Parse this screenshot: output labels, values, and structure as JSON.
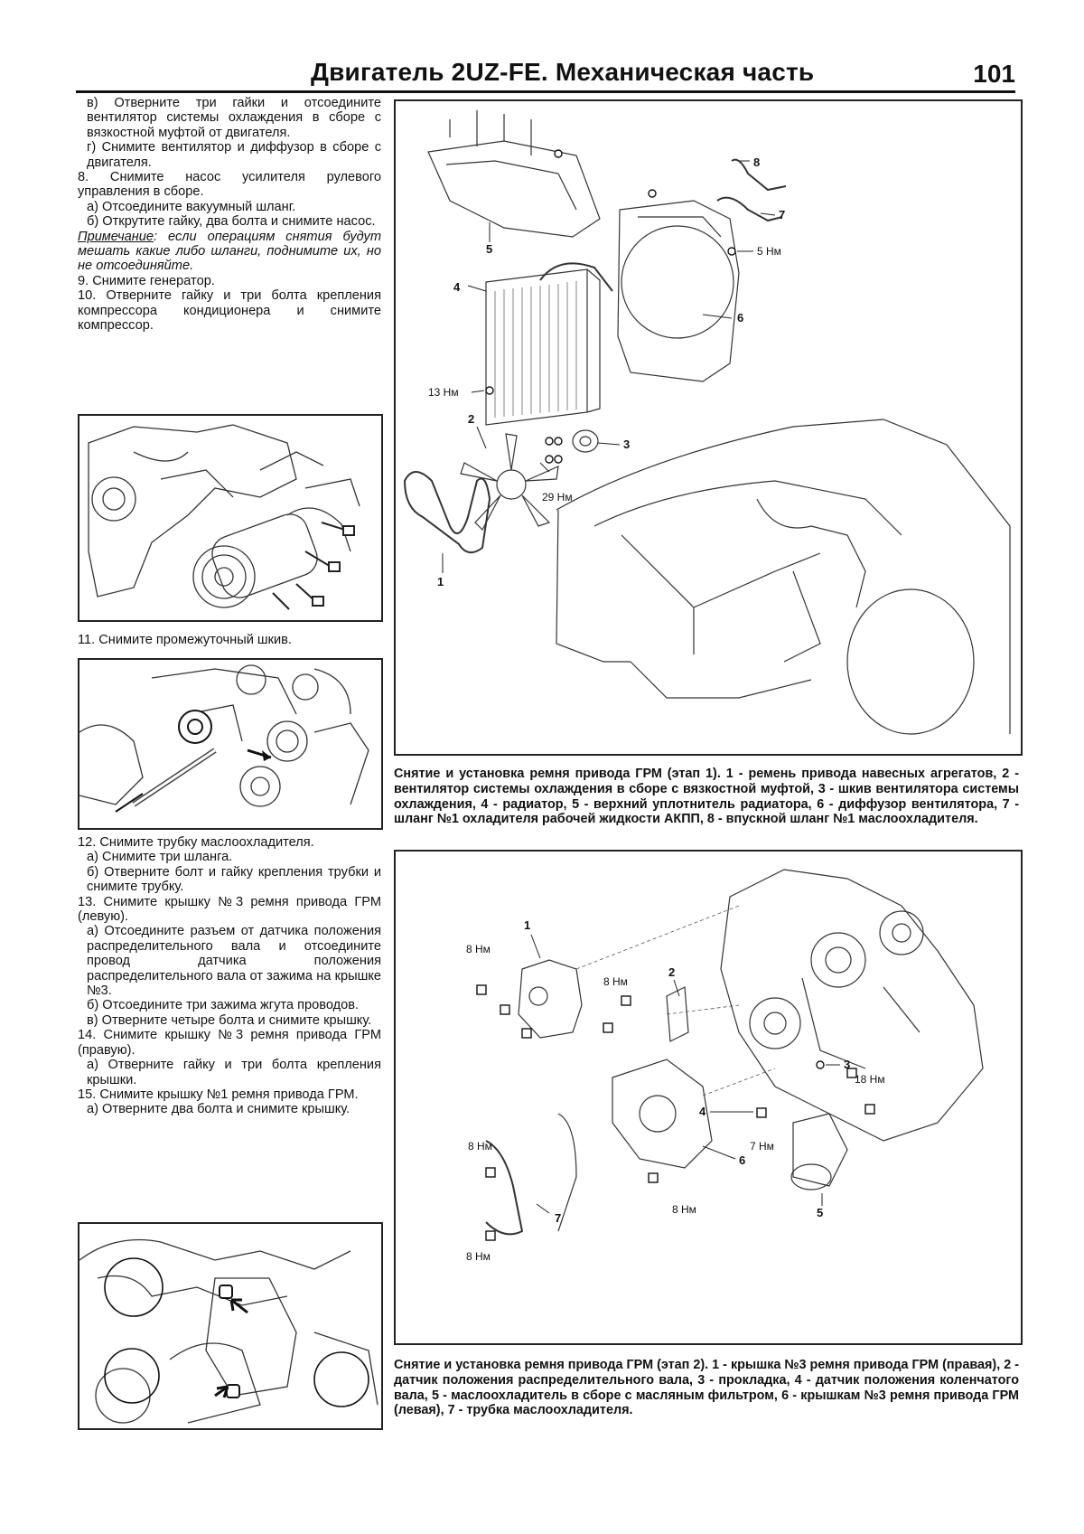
{
  "header": {
    "title": "Двигатель 2UZ-FE. Механическая часть",
    "page_number": "101"
  },
  "left_column": {
    "block1": [
      {
        "text": "в) Отверните три гайки и отсоедините вентилятор системы охлаждения в сборе с вязкостной муфтой от двигателя.",
        "indent": true
      },
      {
        "text": "г) Снимите вентилятор и диффузор в сборе с двигателя.",
        "indent": true
      },
      {
        "text": "8. Снимите насос усилителя рулевого управления в сборе.",
        "indent": false
      },
      {
        "text": "а) Отсоедините вакуумный шланг.",
        "indent": true
      },
      {
        "text": "б) Открутите гайку, два болта и снимите насос.",
        "indent": true
      }
    ],
    "note_label": "Примечание",
    "note_text": ": если операциям снятия будут мешать какие либо шланги, поднимите их, но не отсоединяйте.",
    "block2": [
      {
        "text": "9. Снимите генератор."
      },
      {
        "text": "10. Отверните гайку и три болта крепления компрессора кондиционера и снимите компрессор."
      }
    ],
    "step11": "11. Снимите промежуточный шкив.",
    "block3": [
      {
        "text": "12. Снимите трубку маслоохладителя.",
        "indent": false
      },
      {
        "text": "а) Снимите три шланга.",
        "indent": true
      },
      {
        "text": "б) Отверните болт и гайку крепления трубки и снимите трубку.",
        "indent": true
      },
      {
        "text": "13. Снимите крышку №3 ремня привода ГРМ (левую).",
        "indent": false
      },
      {
        "text": "а) Отсоедините разъем от датчика положения распределительного вала и отсоедините провод датчика положения распределительного вала от зажима на крышке №3.",
        "indent": true
      },
      {
        "text": "б) Отсоедините три зажима жгута проводов.",
        "indent": true
      },
      {
        "text": "в) Отверните четыре болта и снимите крышку.",
        "indent": true
      },
      {
        "text": "14. Снимите крышку №3 ремня привода ГРМ (правую).",
        "indent": false
      },
      {
        "text": "а) Отверните гайку и три болта крепления крышки.",
        "indent": true
      },
      {
        "text": "15. Снимите крышку №1 ремня привода ГРМ.",
        "indent": false
      },
      {
        "text": "а) Отверните два болта и снимите крышку.",
        "indent": true
      }
    ]
  },
  "figure1": {
    "labels": {
      "n1": "1",
      "n2": "2",
      "n3": "3",
      "n4": "4",
      "n5": "5",
      "n6": "6",
      "n7": "7",
      "n8": "8",
      "t5": "5 Нм",
      "t13": "13 Нм",
      "t29": "29 Нм"
    },
    "caption": "Снятие и установка ремня привода ГРМ (этап 1). 1 - ремень привода навесных агрегатов, 2 - вентилятор системы охлаждения в сборе с вязкостной муфтой, 3 - шкив вентилятора системы охлаждения, 4 - радиатор, 5 - верхний уплотнитель радиатора, 6 - диффузор вентилятора, 7 - шланг №1 охладителя рабочей жидкости АКПП, 8 - впускной шланг №1 маслоохладителя."
  },
  "figure2": {
    "labels": {
      "n1": "1",
      "n2": "2",
      "n3": "3",
      "n4": "4",
      "n5": "5",
      "n6": "6",
      "n7": "7",
      "t8a": "8 Нм",
      "t8b": "8 Нм",
      "t18": "18 Нм",
      "t7": "7 Нм",
      "t8c": "8 Нм",
      "t8d": "8 Нм",
      "t8e": "8 Нм"
    },
    "caption": "Снятие и установка ремня привода ГРМ (этап 2). 1 - крышка №3 ремня привода ГРМ (правая), 2 - датчик положения распределительного вала, 3 - прокладка, 4 - датчик положения коленчатого вала, 5 - маслоохладитель в сборе с масляным фильтром, 6 - крышкам №3 ремня привода ГРМ (левая), 7 - трубка маслоохладителя."
  }
}
